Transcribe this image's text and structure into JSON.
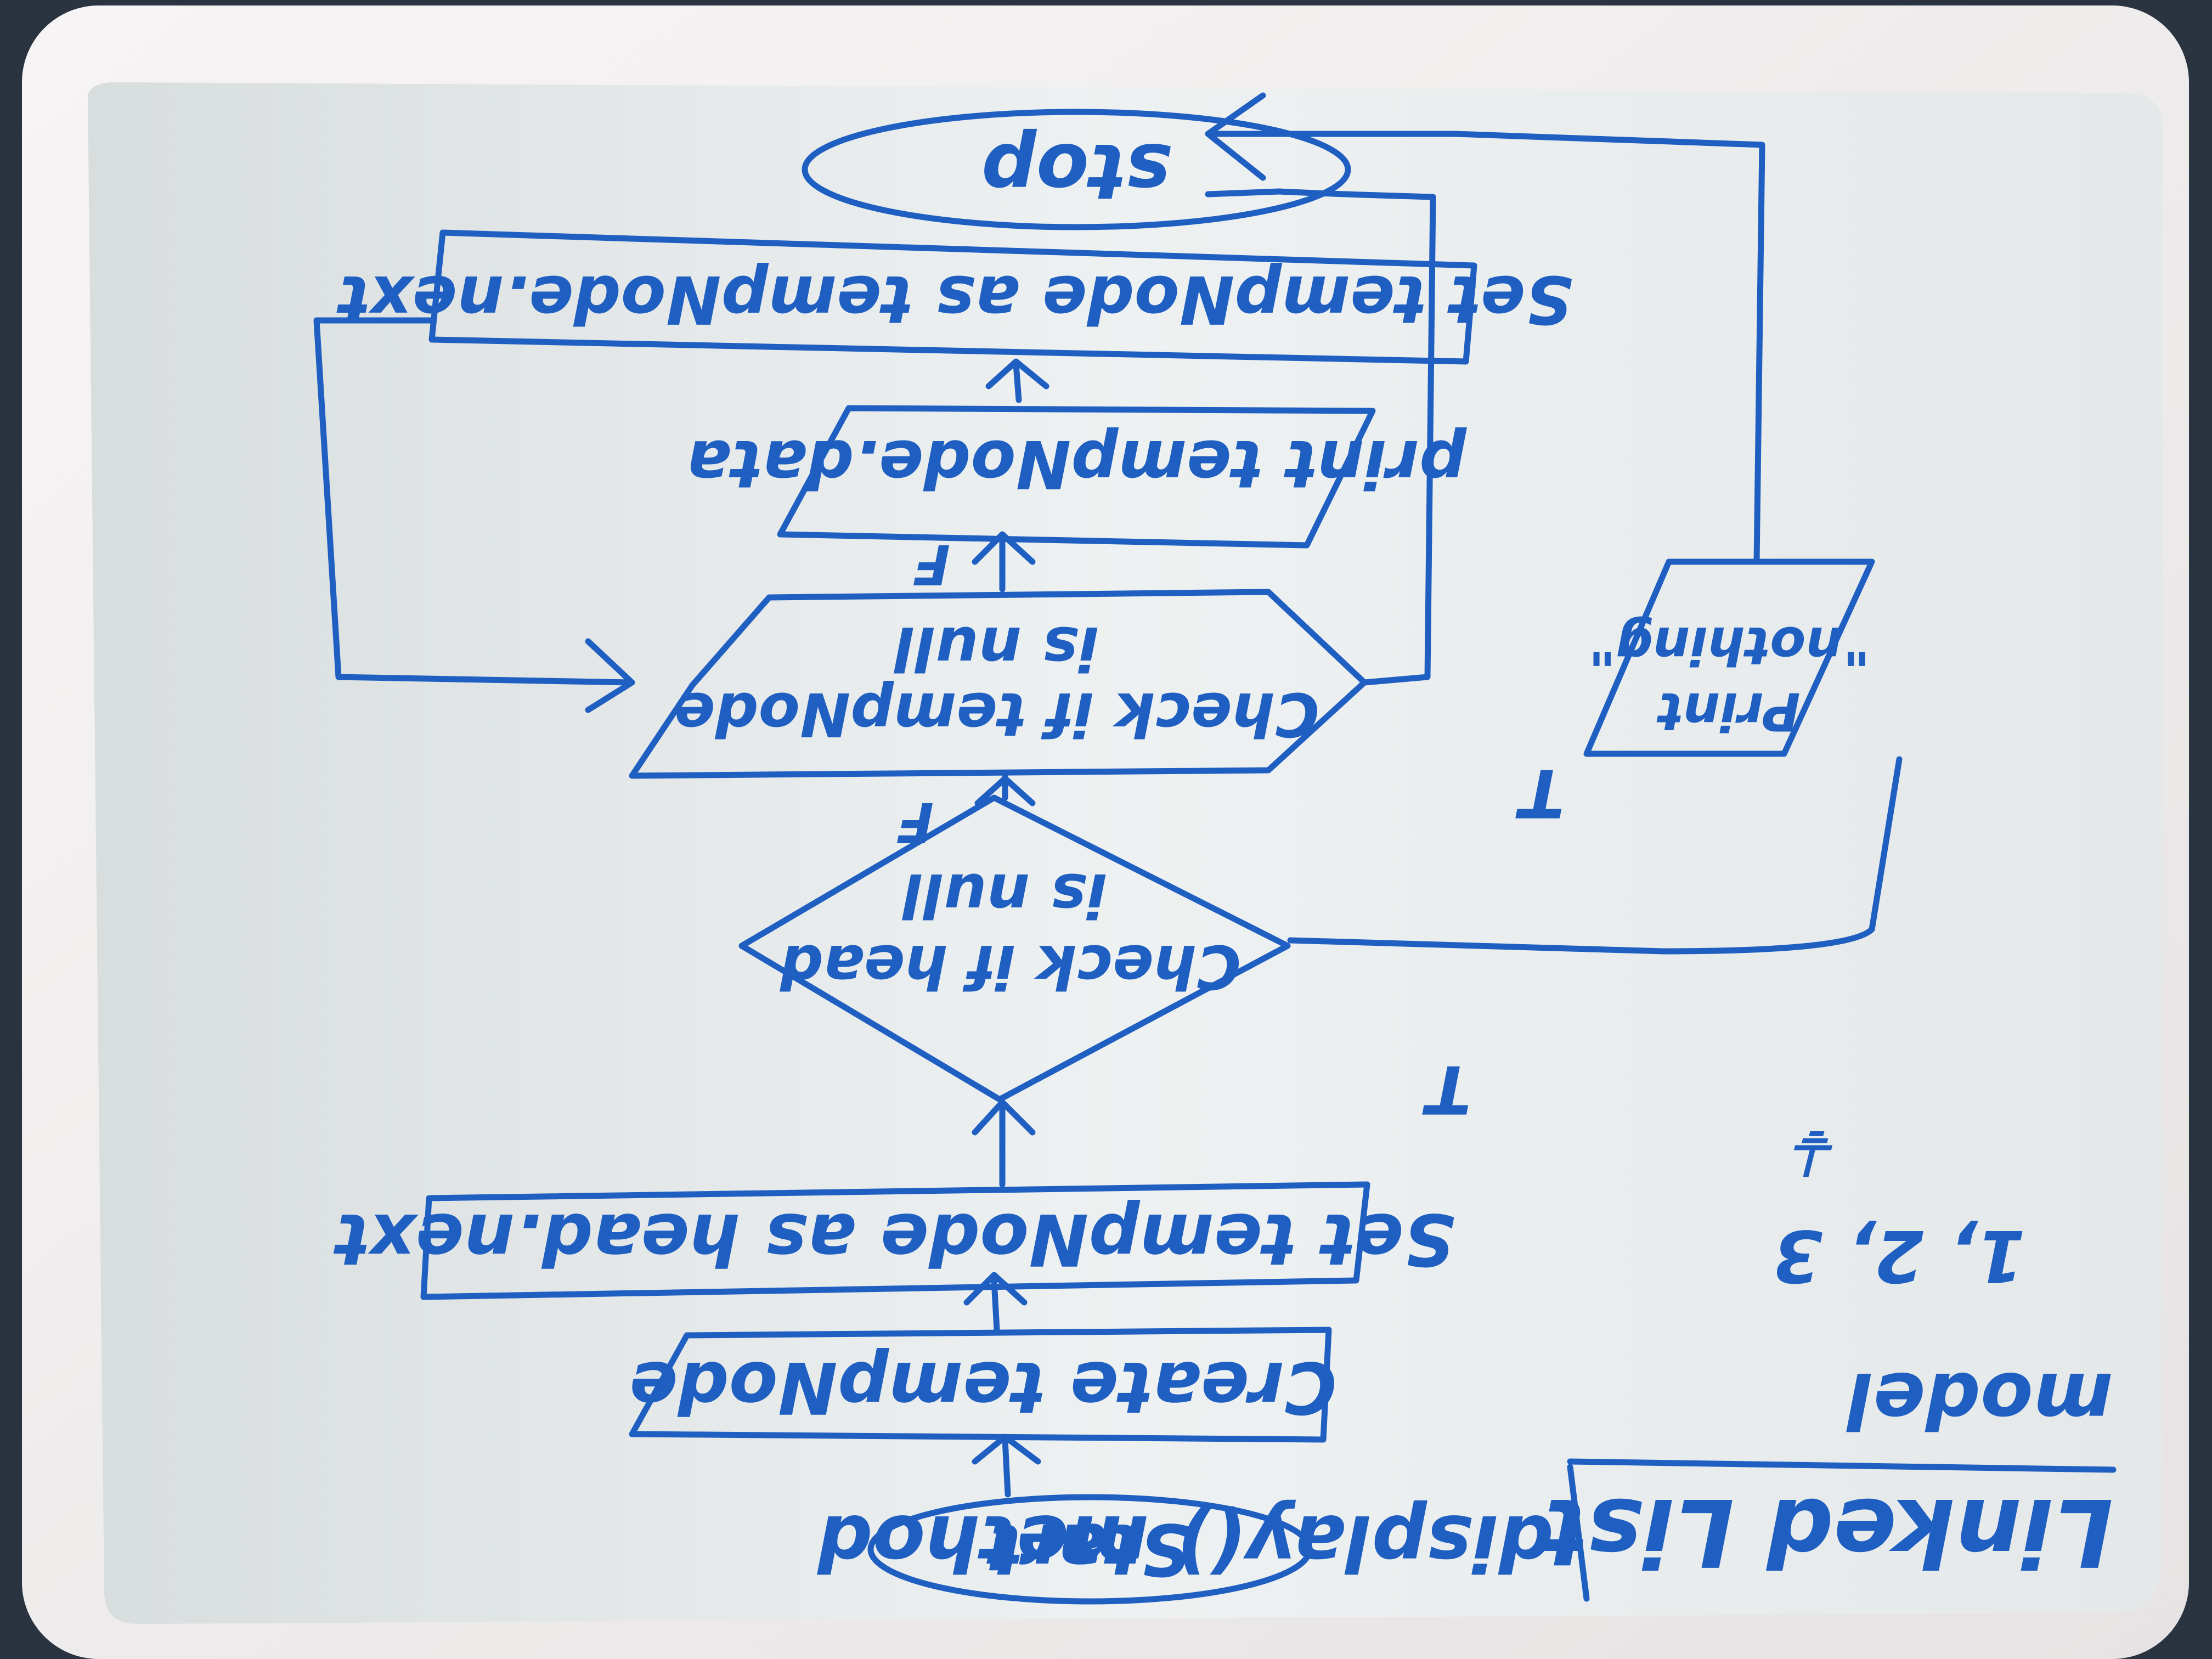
{
  "diagram": {
    "type": "flowchart",
    "orientation": "upside-down (photo rotated 180 degrees)",
    "header": {
      "title": "Linked List",
      "subtitle": "display() method"
    },
    "side_note": {
      "label": "model",
      "values": "1, 2, 3",
      "null_marker": "⏚"
    },
    "nodes": {
      "start": "Start",
      "create_temp": "Create tempNode",
      "set_temp_head": "Set tempNode as head.next",
      "check_head_null": [
        "Check if head",
        "is null"
      ],
      "check_temp_null": [
        "Check if tempNode",
        "is null"
      ],
      "print_data": "print tempNode.data",
      "set_temp_next": "Set tempNode as tempNode.next",
      "print_nothing": [
        "Print",
        "\"nothing\""
      ],
      "stop": "stop"
    },
    "edge_labels": {
      "head_true": "T",
      "head_false": "F",
      "temp_true": "T",
      "temp_false": "F"
    },
    "colors": {
      "marker": "#1f5fc2",
      "board": "#e9ecec",
      "frame": "#f1efef"
    }
  }
}
